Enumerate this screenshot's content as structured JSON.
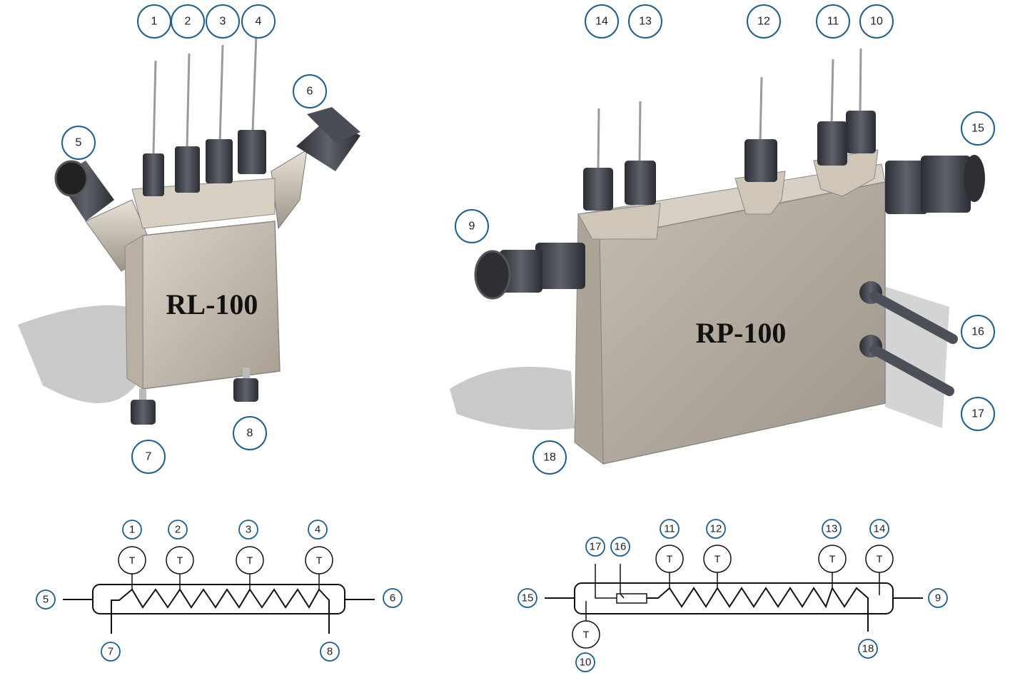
{
  "rl": {
    "label": "RL-100",
    "callouts": [
      "1",
      "2",
      "3",
      "4",
      "5",
      "6",
      "7",
      "8"
    ]
  },
  "rp": {
    "label": "RP-100",
    "callouts": [
      "14",
      "13",
      "12",
      "11",
      "10",
      "15",
      "9",
      "16",
      "17",
      "18"
    ]
  },
  "schematic_left": {
    "callouts": [
      "1",
      "2",
      "3",
      "4",
      "5",
      "6",
      "7",
      "8"
    ],
    "sensor_letter": "T"
  },
  "schematic_right": {
    "callouts": [
      "17",
      "16",
      "11",
      "12",
      "13",
      "14",
      "15",
      "9",
      "10",
      "18"
    ],
    "sensor_letter": "T"
  },
  "colors": {
    "callout_stroke": "#1f5f8b",
    "metal": "#c9c0b3",
    "nut": "#3d4048"
  }
}
